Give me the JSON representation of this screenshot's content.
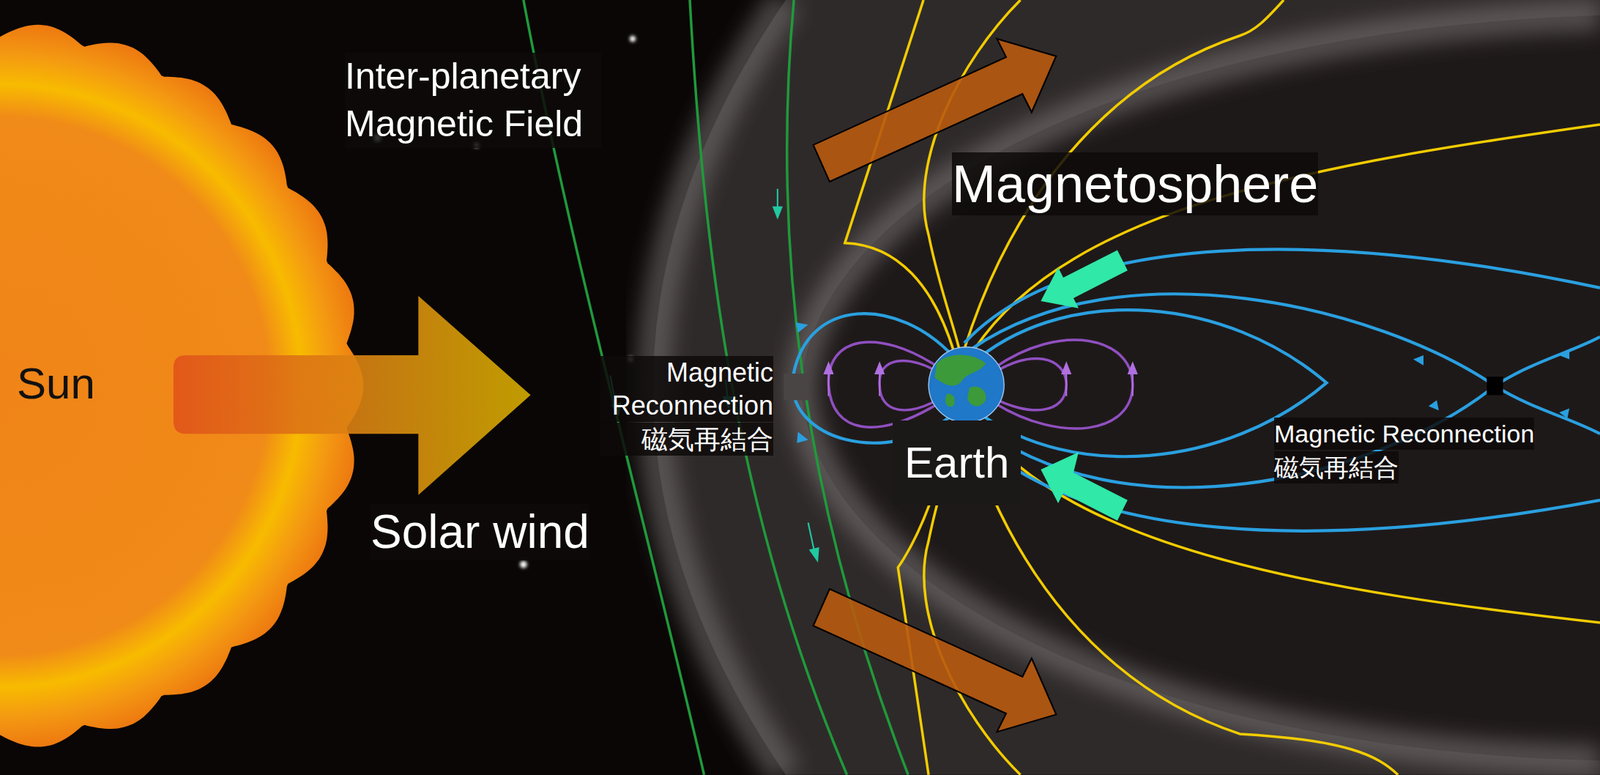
{
  "diagram": {
    "nodes": [
      {
        "text": [
          "Sun"
        ]
      },
      {
        "text": [
          "Earth"
        ]
      }
    ],
    "labels": [
      "Inter-planetary Magnetic Field",
      "Solar wind",
      "Magnetosphere",
      "Magnetic Reconnection",
      "磁気再結合",
      "Magnetic Reconnection",
      "磁気再結合"
    ]
  }
}
